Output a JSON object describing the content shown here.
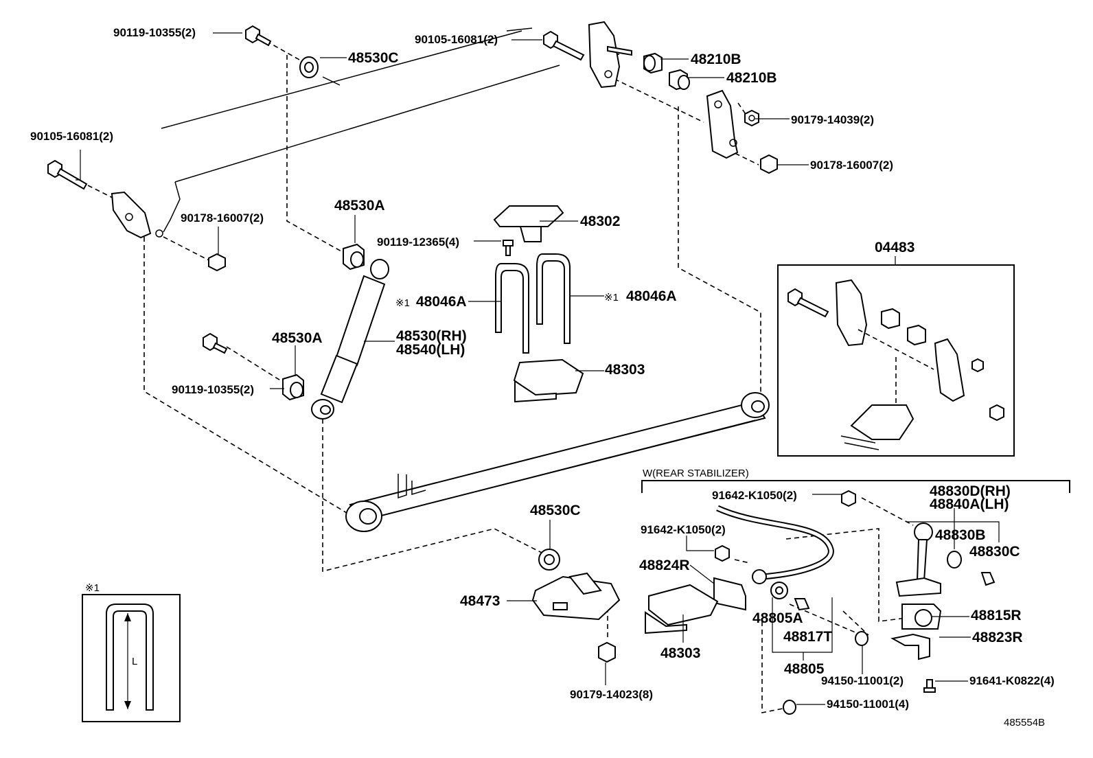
{
  "labels": {
    "p1": "90119-10355(2)",
    "p2": "48530C",
    "p3": "90105-16081(2)",
    "p4": "48210B",
    "p5": "48210B",
    "p6": "90179-14039(2)",
    "p7": "90178-16007(2)",
    "p8": "90105-16081(2)",
    "p9": "90178-16007(2)",
    "p10": "48530A",
    "p11": "48302",
    "p12": "90119-12365(4)",
    "p13": "04483",
    "p14": "※1",
    "p15": "48046A",
    "p16": "※1",
    "p17": "48046A",
    "p18": "48530(RH)",
    "p19": "48540(LH)",
    "p20": "48530A",
    "p21": "90119-10355(2)",
    "p22": "48303",
    "p23": "W(REAR STABILIZER)",
    "p24": "91642-K1050(2)",
    "p25": "48830D(RH)",
    "p26": "48840A(LH)",
    "p27": "48530C",
    "p28": "91642-K1050(2)",
    "p29": "48830B",
    "p30": "48830C",
    "p31": "48824R",
    "p32": "48473",
    "p33": "48805A",
    "p34": "48817T",
    "p35": "48815R",
    "p36": "48823R",
    "p37": "48303",
    "p38": "48805",
    "p39": "94150-11001(2)",
    "p40": "91641-K0822(4)",
    "p41": "90179-14023(8)",
    "p42": "94150-11001(4)",
    "p43": "※1",
    "p44": "L",
    "p45": "485554B"
  }
}
